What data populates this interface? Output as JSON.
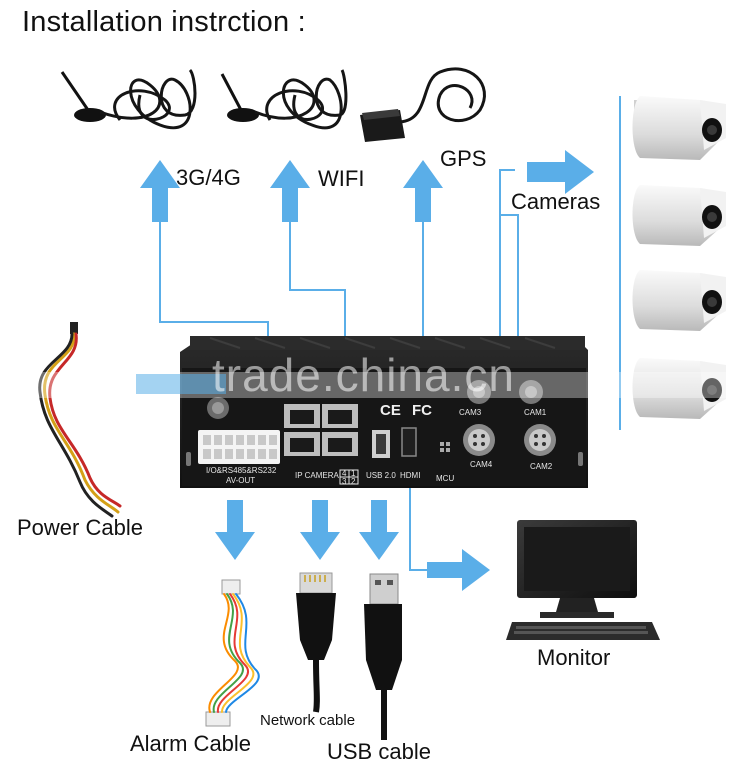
{
  "title": "Installation instrction :",
  "labels": {
    "g34": "3G/4G",
    "wifi": "WIFI",
    "gps": "GPS",
    "cameras": "Cameras",
    "power_cable": "Power Cable",
    "alarm_cable": "Alarm Cable",
    "network_cable": "Network cable",
    "usb_cable": "USB cable",
    "monitor": "Monitor"
  },
  "panel": {
    "io_label": "I/O&RS485&RS232",
    "av_out": "AV-OUT",
    "ip_camera": "IP CAMERA",
    "port_4": "4",
    "port_1": "1",
    "port_3": "3",
    "port_2": "2",
    "usb": "USB 2.0",
    "hdmi": "HDMI",
    "mcu": "MCU",
    "cam1": "CAM1",
    "cam2": "CAM2",
    "cam3": "CAM3",
    "cam4": "CAM4",
    "ce": "CE",
    "fc": "FC"
  },
  "watermark": "trade.china.cn",
  "colors": {
    "arrow": "#5aaee8",
    "device": "#1b1b1b",
    "camera_body": "#e9e9e9"
  }
}
